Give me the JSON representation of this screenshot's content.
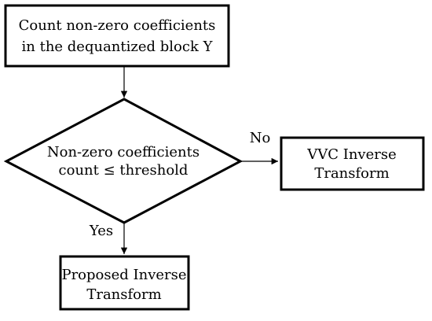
{
  "flowchart": {
    "start_box": {
      "line1": "Count non-zero coefficients",
      "line2": "in the dequantized block Y"
    },
    "decision": {
      "line1": "Non-zero coefficients",
      "line2": "count ≤ threshold"
    },
    "no_branch": {
      "label": "No",
      "box_line1": "VVC Inverse",
      "box_line2": "Transform"
    },
    "yes_branch": {
      "label": "Yes",
      "box_line1": "Proposed Inverse",
      "box_line2": "Transform"
    }
  },
  "colors": {
    "stroke": "#000000",
    "background": "#ffffff"
  }
}
